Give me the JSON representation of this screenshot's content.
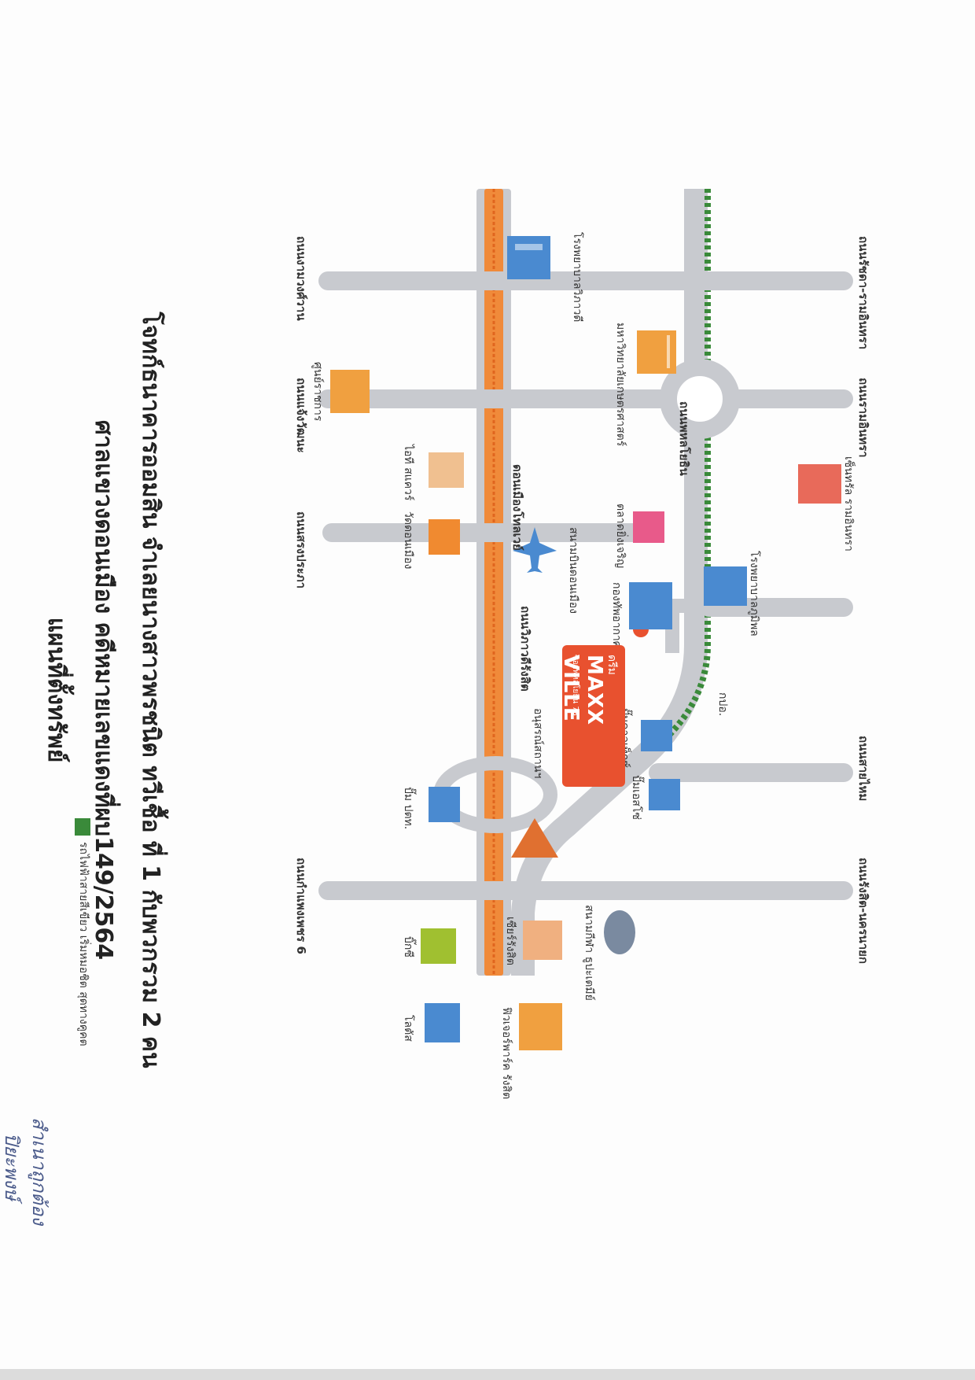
{
  "title": {
    "line1": "แผนที่ตั้งทรัพย์",
    "line2": "ศาลแขวงดอนเมือง คดีหมายเลขแดงที่ผบ149/2564",
    "line3": "โจทก์ธนาคารออมสิน จำเลยนางสาวพรชนิต ทวีเชื้อ ที่ 1 กับพวกรวม 2 คน"
  },
  "marker": {
    "small": "ดรีม",
    "name": "MAXX VILLE",
    "sub": "ซอยพหลโยธิน 73"
  },
  "roads": {
    "vibhavadi": "ถนนวิภาวดีรังสิต",
    "donmuang_tollway": "ดอนเมืองโทลเวย์",
    "phahonyothin": "ถนนพหลโยธิน",
    "ngamwongwan": "ถนนงามวงศ์วาน",
    "ratchada_ramintra": "ถนนรัชดา-รามอินทรา",
    "chaengwattana": "ถนนแจ้งวัฒนะ",
    "ramintra": "ถนนรามอินทรา",
    "songprapa": "ถนนสรงประภา",
    "saphan_mai": "ถนนสายไหม",
    "rangsit_nakhonnayok": "ถนนรังสิต-นครนายก",
    "kamphaengphet": "ถนนกำแพงเพชร 6"
  },
  "places": {
    "vibhavadi_hospital": "โรงพยาบาลวิภาวดี",
    "kasetsart_univ": "มหาวิทยาลัยเกษตรศาสตร์",
    "central_ramintra": "เซ็นทรัล รามอินทรา",
    "saphan_mai_market": "ตลาดยิ่งเจริญ",
    "bhumibol_hospital": "โรงพยาบาลภูมิพล",
    "army_hq": "กองทัพอากาศ",
    "bts": "กปอ.",
    "donmuang_airport": "สนามบินดอนเมือง",
    "victory_monument": "อนุสรณ์สถานฯ",
    "lotus": "โลตัส",
    "bigc": "บิ๊กซี",
    "ptt": "ปั๊ม ปตท.",
    "wat_donmuang": "วัดดอนเมือง",
    "it_square": "ไอที สแควร์",
    "government_center": "ศูนย์ราชการ",
    "future_park": "ฟิวเจอร์พาร์ค รังสิต",
    "central_rangsit": "เซียร์รังสิต",
    "pump_caltex": "ปั๊มคาลเท็กซ์",
    "pump_esso": "ปั๊มเอสโซ่",
    "stadium": "สนามกีฬา ธูปะเตมีย์"
  },
  "legend": {
    "text": "รถไฟฟ้าสายสีเขียว เริ่มหมอชิต สุดทางคูคต"
  },
  "signature": {
    "line1": "สำเนาถูกต้อง",
    "line2": "ปิยะพงษ์"
  },
  "colors": {
    "road": "#c8cacf",
    "tollway": "#f08a3a",
    "green_line": "#3a8a3a",
    "marker": "#e8512f",
    "plane": "#4a8ad0"
  }
}
